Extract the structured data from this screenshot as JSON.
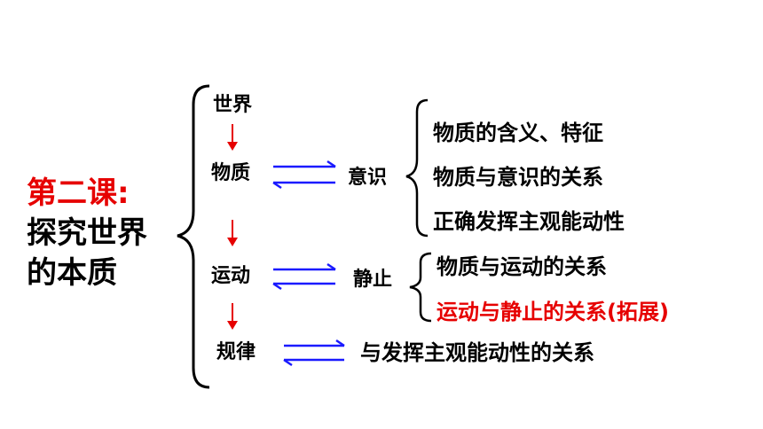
{
  "lesson": {
    "label": "第二课:",
    "title_line1": "探究世界",
    "title_line2": "的本质"
  },
  "chain": {
    "world": "世界",
    "matter": "物质",
    "motion": "运动",
    "law": "规律"
  },
  "relations": {
    "consciousness": "意识",
    "rest": "静止",
    "initiative": "与发挥主观能动性的关系"
  },
  "consciousness_topics": [
    "物质的含义、特征",
    "物质与意识的关系",
    "正确发挥主观能动性"
  ],
  "rest_topics": [
    "物质与运动的关系",
    "运动与静止的关系(拓展)"
  ],
  "colors": {
    "highlight": "#e60000",
    "arrow_down": "#e60000",
    "arrow_double": "#1a1aff",
    "text": "#000000"
  }
}
